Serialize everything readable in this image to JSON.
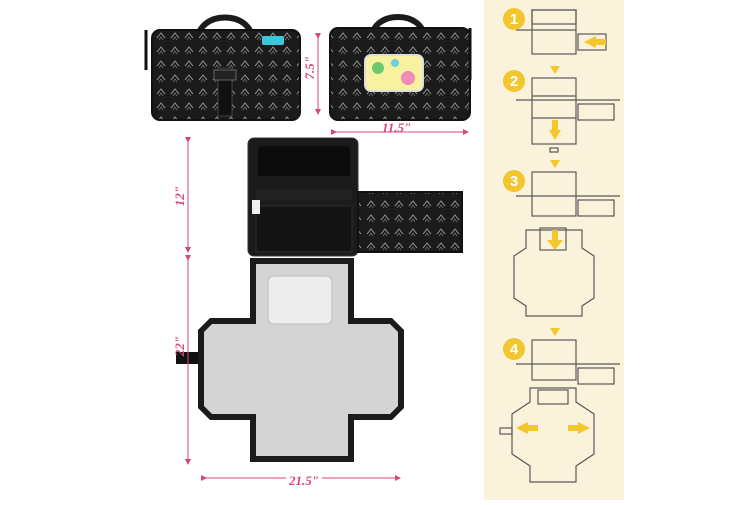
{
  "dimensions": {
    "height_folded": "7.5\"",
    "width_folded": "11.5\"",
    "height_open_top": "12\"",
    "height_open_pad": "22\"",
    "width_open": "21.5\""
  },
  "steps": [
    "1",
    "2",
    "3",
    "4"
  ],
  "colors": {
    "panel_bg": "#fbf2dc",
    "panel_line": "#5a5a5a",
    "arrow": "#f3c62d",
    "dimension": "#d9447a",
    "bag": "#1b1b1b",
    "pad": "#d4d4d4"
  },
  "icons": [
    "arrow-pattern",
    "wipes-window",
    "handle-icon",
    "arrow-icon"
  ]
}
